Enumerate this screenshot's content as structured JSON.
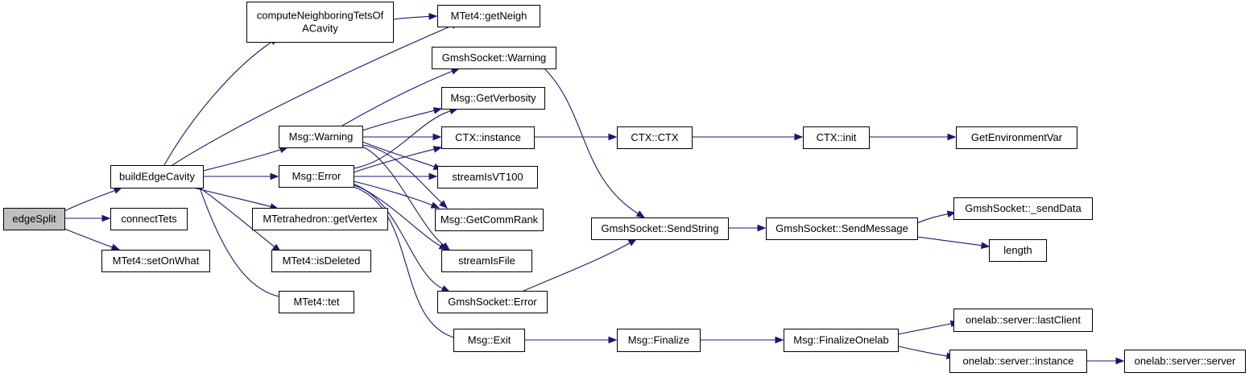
{
  "colors": {
    "edge": "#191970",
    "root_fill": "#bfbfbf",
    "node_fill": "#ffffff",
    "node_border": "#000000"
  },
  "nodes": [
    {
      "id": "edgeSplit",
      "lines": [
        "edgeSplit"
      ],
      "root": true
    },
    {
      "id": "buildEdgeCavity",
      "lines": [
        "buildEdgeCavity"
      ]
    },
    {
      "id": "connectTets",
      "lines": [
        "connectTets"
      ]
    },
    {
      "id": "setOnWhat",
      "lines": [
        "MTet4::setOnWhat"
      ]
    },
    {
      "id": "computeNeigh",
      "lines": [
        "computeNeighboringTetsOf",
        "ACavity"
      ]
    },
    {
      "id": "getNeigh",
      "lines": [
        "MTet4::getNeigh"
      ]
    },
    {
      "id": "msgWarning",
      "lines": [
        "Msg::Warning"
      ]
    },
    {
      "id": "msgError",
      "lines": [
        "Msg::Error"
      ]
    },
    {
      "id": "getVertex",
      "lines": [
        "MTetrahedron::getVertex"
      ]
    },
    {
      "id": "isDeleted",
      "lines": [
        "MTet4::isDeleted"
      ]
    },
    {
      "id": "tet",
      "lines": [
        "MTet4::tet"
      ]
    },
    {
      "id": "gsWarning",
      "lines": [
        "GmshSocket::Warning"
      ]
    },
    {
      "id": "getVerbosity",
      "lines": [
        "Msg::GetVerbosity"
      ]
    },
    {
      "id": "ctxInstance",
      "lines": [
        "CTX::instance"
      ]
    },
    {
      "id": "streamVT100",
      "lines": [
        "streamIsVT100"
      ]
    },
    {
      "id": "getCommRank",
      "lines": [
        "Msg::GetCommRank"
      ]
    },
    {
      "id": "streamFile",
      "lines": [
        "streamIsFile"
      ]
    },
    {
      "id": "gsError",
      "lines": [
        "GmshSocket::Error"
      ]
    },
    {
      "id": "msgExit",
      "lines": [
        "Msg::Exit"
      ]
    },
    {
      "id": "ctxCtx",
      "lines": [
        "CTX::CTX"
      ]
    },
    {
      "id": "ctxInit",
      "lines": [
        "CTX::init"
      ]
    },
    {
      "id": "getEnv",
      "lines": [
        "GetEnvironmentVar"
      ]
    },
    {
      "id": "sendString",
      "lines": [
        "GmshSocket::SendString"
      ]
    },
    {
      "id": "sendMessage",
      "lines": [
        "GmshSocket::SendMessage"
      ]
    },
    {
      "id": "sendData",
      "lines": [
        "GmshSocket::_sendData"
      ]
    },
    {
      "id": "length",
      "lines": [
        "length"
      ]
    },
    {
      "id": "msgFinalize",
      "lines": [
        "Msg::Finalize"
      ]
    },
    {
      "id": "finalizeOnelab",
      "lines": [
        "Msg::FinalizeOnelab"
      ]
    },
    {
      "id": "lastClient",
      "lines": [
        "onelab::server::lastClient"
      ]
    },
    {
      "id": "serverInstance",
      "lines": [
        "onelab::server::instance"
      ]
    },
    {
      "id": "serverServer",
      "lines": [
        "onelab::server::server"
      ]
    }
  ],
  "edges": [
    [
      "edgeSplit",
      "buildEdgeCavity"
    ],
    [
      "edgeSplit",
      "connectTets"
    ],
    [
      "edgeSplit",
      "setOnWhat"
    ],
    [
      "buildEdgeCavity",
      "computeNeigh"
    ],
    [
      "buildEdgeCavity",
      "getNeigh"
    ],
    [
      "buildEdgeCavity",
      "msgWarning"
    ],
    [
      "buildEdgeCavity",
      "msgError"
    ],
    [
      "buildEdgeCavity",
      "getVertex"
    ],
    [
      "buildEdgeCavity",
      "isDeleted"
    ],
    [
      "buildEdgeCavity",
      "tet"
    ],
    [
      "computeNeigh",
      "getNeigh"
    ],
    [
      "msgWarning",
      "gsWarning"
    ],
    [
      "msgWarning",
      "getVerbosity"
    ],
    [
      "msgWarning",
      "ctxInstance"
    ],
    [
      "msgWarning",
      "streamVT100"
    ],
    [
      "msgWarning",
      "getCommRank"
    ],
    [
      "msgWarning",
      "streamFile"
    ],
    [
      "msgError",
      "getVerbosity"
    ],
    [
      "msgError",
      "ctxInstance"
    ],
    [
      "msgError",
      "streamVT100"
    ],
    [
      "msgError",
      "getCommRank"
    ],
    [
      "msgError",
      "streamFile"
    ],
    [
      "msgError",
      "gsError"
    ],
    [
      "msgError",
      "msgExit"
    ],
    [
      "gsWarning",
      "sendString"
    ],
    [
      "gsError",
      "sendString"
    ],
    [
      "ctxInstance",
      "ctxCtx"
    ],
    [
      "ctxCtx",
      "ctxInit"
    ],
    [
      "ctxInit",
      "getEnv"
    ],
    [
      "sendString",
      "sendMessage"
    ],
    [
      "sendMessage",
      "sendData"
    ],
    [
      "sendMessage",
      "length"
    ],
    [
      "msgExit",
      "msgFinalize"
    ],
    [
      "msgFinalize",
      "finalizeOnelab"
    ],
    [
      "finalizeOnelab",
      "lastClient"
    ],
    [
      "finalizeOnelab",
      "serverInstance"
    ],
    [
      "serverInstance",
      "serverServer"
    ]
  ]
}
